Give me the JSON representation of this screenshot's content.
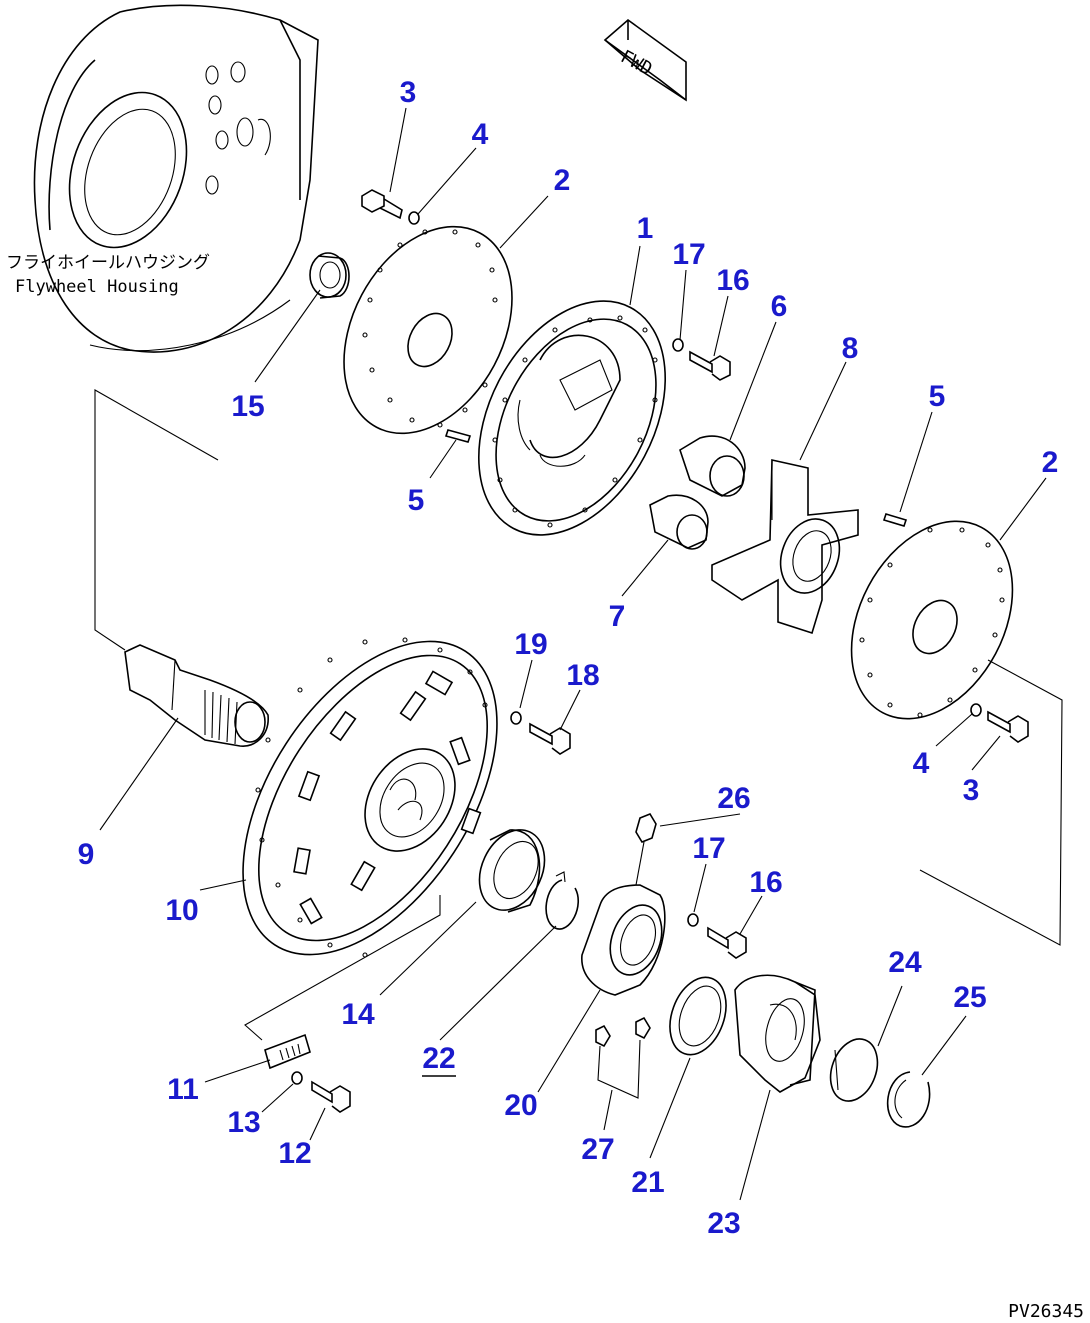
{
  "housing_label": {
    "japanese": "フライホイールハウジング",
    "english": "Flywheel Housing"
  },
  "direction_tag": "FWD",
  "drawing_code": "PV26345",
  "callouts": [
    {
      "id": "c-3a",
      "text": "3"
    },
    {
      "id": "c-4a",
      "text": "4"
    },
    {
      "id": "c-2a",
      "text": "2"
    },
    {
      "id": "c-1",
      "text": "1"
    },
    {
      "id": "c-17a",
      "text": "17"
    },
    {
      "id": "c-16a",
      "text": "16"
    },
    {
      "id": "c-6",
      "text": "6"
    },
    {
      "id": "c-8",
      "text": "8"
    },
    {
      "id": "c-5a",
      "text": "5"
    },
    {
      "id": "c-2b",
      "text": "2"
    },
    {
      "id": "c-15",
      "text": "15"
    },
    {
      "id": "c-5b",
      "text": "5"
    },
    {
      "id": "c-7",
      "text": "7"
    },
    {
      "id": "c-19",
      "text": "19"
    },
    {
      "id": "c-18",
      "text": "18"
    },
    {
      "id": "c-4b",
      "text": "4"
    },
    {
      "id": "c-3b",
      "text": "3"
    },
    {
      "id": "c-9",
      "text": "9"
    },
    {
      "id": "c-26",
      "text": "26"
    },
    {
      "id": "c-17b",
      "text": "17"
    },
    {
      "id": "c-16b",
      "text": "16"
    },
    {
      "id": "c-10",
      "text": "10"
    },
    {
      "id": "c-24",
      "text": "24"
    },
    {
      "id": "c-25",
      "text": "25"
    },
    {
      "id": "c-14",
      "text": "14"
    },
    {
      "id": "c-22",
      "text": "22"
    },
    {
      "id": "c-11",
      "text": "11"
    },
    {
      "id": "c-13",
      "text": "13"
    },
    {
      "id": "c-12",
      "text": "12"
    },
    {
      "id": "c-20",
      "text": "20"
    },
    {
      "id": "c-27",
      "text": "27"
    },
    {
      "id": "c-21",
      "text": "21"
    },
    {
      "id": "c-23",
      "text": "23"
    }
  ]
}
